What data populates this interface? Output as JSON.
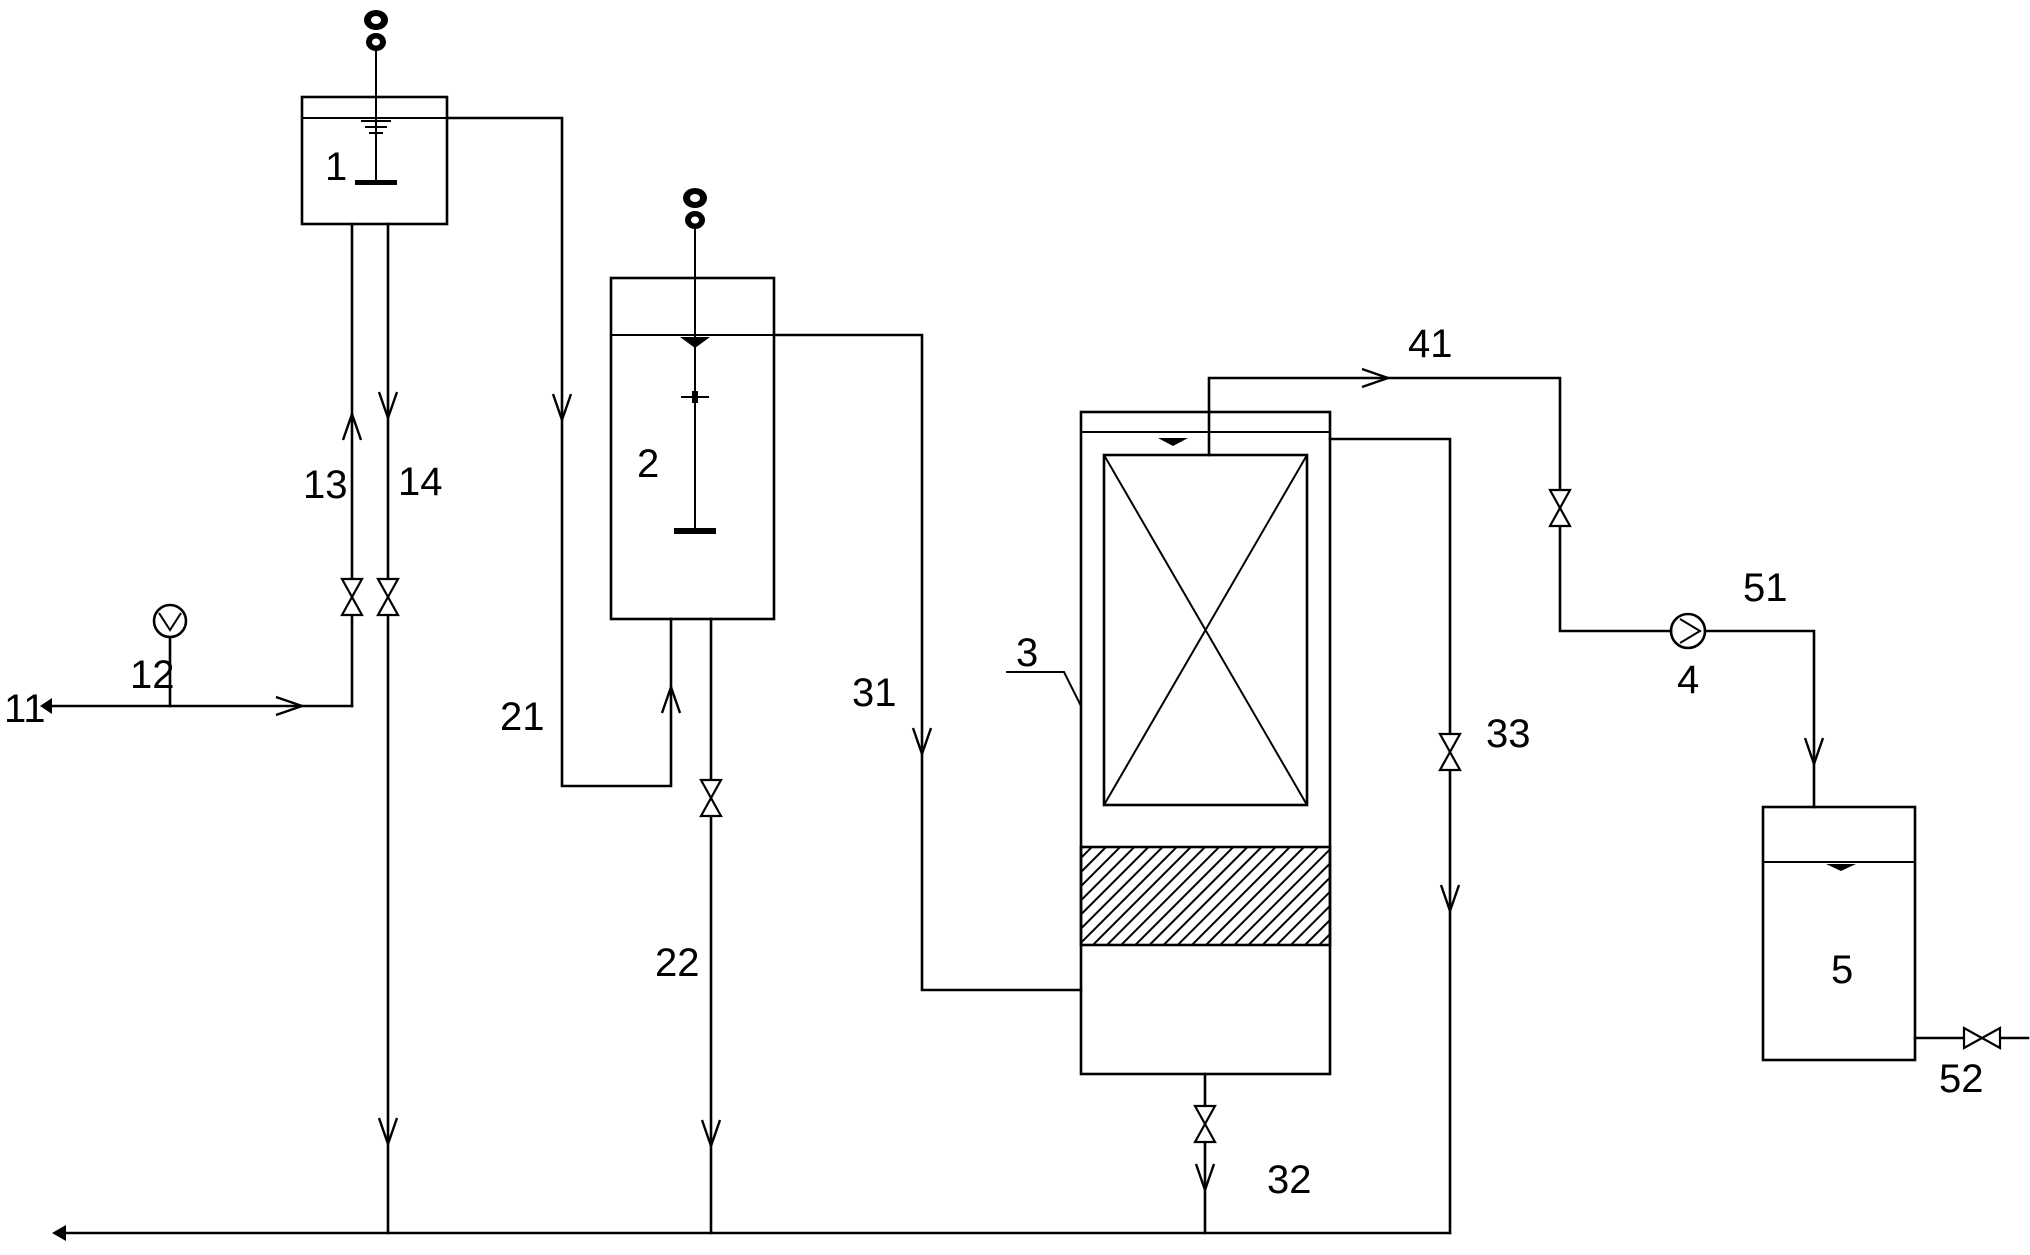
{
  "labels": {
    "l1": "1",
    "l2": "2",
    "l3": "3",
    "l4": "4",
    "l5": "5",
    "l11": "11",
    "l12": "12",
    "l13": "13",
    "l14": "14",
    "l21": "21",
    "l22": "22",
    "l31": "31",
    "l32": "32",
    "l33": "33",
    "l41": "41",
    "l51": "51",
    "l52": "52"
  }
}
